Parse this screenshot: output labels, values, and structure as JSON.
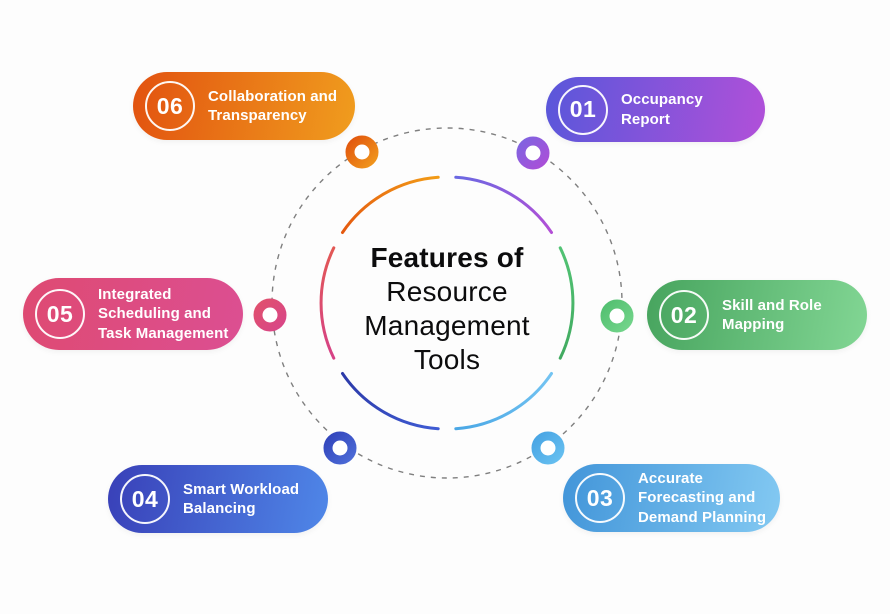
{
  "background": "#fdfdfd",
  "title": {
    "emphasis": "Features of",
    "lines": [
      "Resource",
      "Management",
      "Tools"
    ],
    "color": "#0c0c0d"
  },
  "dashed_circle_color": "#7f7f7f",
  "features": [
    {
      "number": "01",
      "label": "Occupancy Report",
      "lines": [
        "Occupancy",
        "Report"
      ],
      "gradient": [
        "#5957da",
        "#b150d9"
      ],
      "ring_colors": [
        "#8063e0",
        "#aa4fd8"
      ],
      "arc_colors": [
        "#6a68e2",
        "#b34fd6"
      ]
    },
    {
      "number": "02",
      "label": "Skill and Role Mapping",
      "lines": [
        "Skill and Role",
        "Mapping"
      ],
      "gradient": [
        "#47a45e",
        "#82d694"
      ],
      "ring_colors": [
        "#53c071",
        "#72d48a"
      ],
      "arc_colors": [
        "#52c374",
        "#41aa60"
      ]
    },
    {
      "number": "03",
      "label": "Accurate Forecasting and Demand Planning",
      "lines": [
        "Accurate",
        "Forecasting and",
        "Demand Planning"
      ],
      "gradient": [
        "#4295d9",
        "#83c9f2"
      ],
      "ring_colors": [
        "#49a5e4",
        "#66bff0"
      ],
      "arc_colors": [
        "#74c4f2",
        "#4aa7e5"
      ]
    },
    {
      "number": "04",
      "label": "Smart Workload Balancing",
      "lines": [
        "Smart Workload",
        "Balancing"
      ],
      "gradient": [
        "#3940b8",
        "#4f87e8"
      ],
      "ring_colors": [
        "#3245bc",
        "#4b6ad6"
      ],
      "arc_colors": [
        "#2c3aa8",
        "#3f5cd4"
      ]
    },
    {
      "number": "05",
      "label": "Integrated Scheduling and Task Management",
      "lines": [
        "Integrated",
        "Scheduling and",
        "Task Management"
      ],
      "gradient": [
        "#de4a72",
        "#dc4f92"
      ],
      "ring_colors": [
        "#e0506e",
        "#d94687"
      ],
      "arc_colors": [
        "#e25854",
        "#d64287"
      ]
    },
    {
      "number": "06",
      "label": "Collaboration and Transparency",
      "lines": [
        "Collaboration and",
        "Transparency"
      ],
      "gradient": [
        "#e25210",
        "#f09d1e"
      ],
      "ring_colors": [
        "#e2570e",
        "#f0961c"
      ],
      "arc_colors": [
        "#e4590f",
        "#f29c17"
      ]
    }
  ]
}
